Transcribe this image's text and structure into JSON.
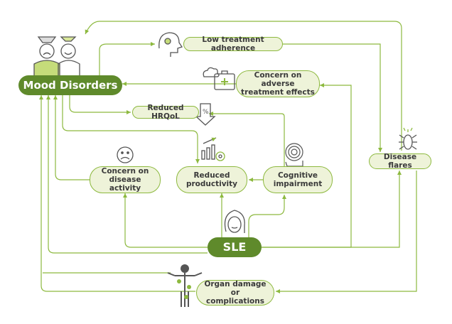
{
  "nodes": {
    "mood": "Mood Disorders",
    "sle": "SLE",
    "low_adherence": "Low treatment adherence",
    "adverse": "Concern on adverse\ntreatment effects",
    "hrqol": "Reduced HRQoL",
    "disease_flares": "Disease flares",
    "concern_activity": "Concern on\ndisease activity",
    "productivity": "Reduced\nproductivity",
    "cognitive": "Cognitive\nimpairment",
    "organ": "Organ damage or\ncomplications"
  },
  "icons": [
    "faces-icon",
    "head-profile-icon",
    "cloud-icon",
    "medical-kit-icon",
    "percent-down-icon",
    "sad-face-icon",
    "bars-gear-icon",
    "brain-spiral-icon",
    "bug-flare-icon",
    "woman-face-icon",
    "body-icon"
  ],
  "colors": {
    "line": "#8db93f",
    "node_fill": "#eef3d9",
    "node_dark": "#5f8a2b",
    "icon": "#555555"
  }
}
